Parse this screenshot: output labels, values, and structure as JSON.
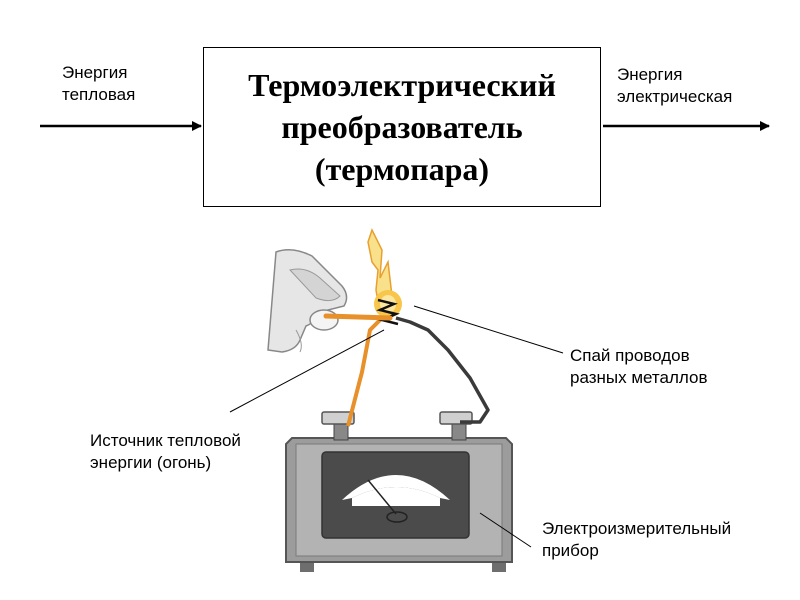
{
  "block": {
    "title_lines": [
      "Термоэлектрический",
      "преобразователь",
      "(термопара)"
    ]
  },
  "input_label": {
    "lines": [
      "Энергия",
      "тепловая"
    ]
  },
  "output_label": {
    "lines": [
      "Энергия",
      "электрическая"
    ]
  },
  "callouts": {
    "junction": {
      "lines": [
        "Спай проводов",
        "разных металлов"
      ]
    },
    "heat_source": {
      "lines": [
        "Источник тепловой",
        "энергии (огонь)"
      ]
    },
    "meter": {
      "lines": [
        "Электроизмерительный",
        "прибор"
      ]
    }
  },
  "colors": {
    "wire_copper": "#e8902a",
    "wire_other": "#3a3a3a",
    "flame": "#f4c042",
    "meter_body": "#9a9a9a",
    "meter_face": "#4a4a4a"
  }
}
